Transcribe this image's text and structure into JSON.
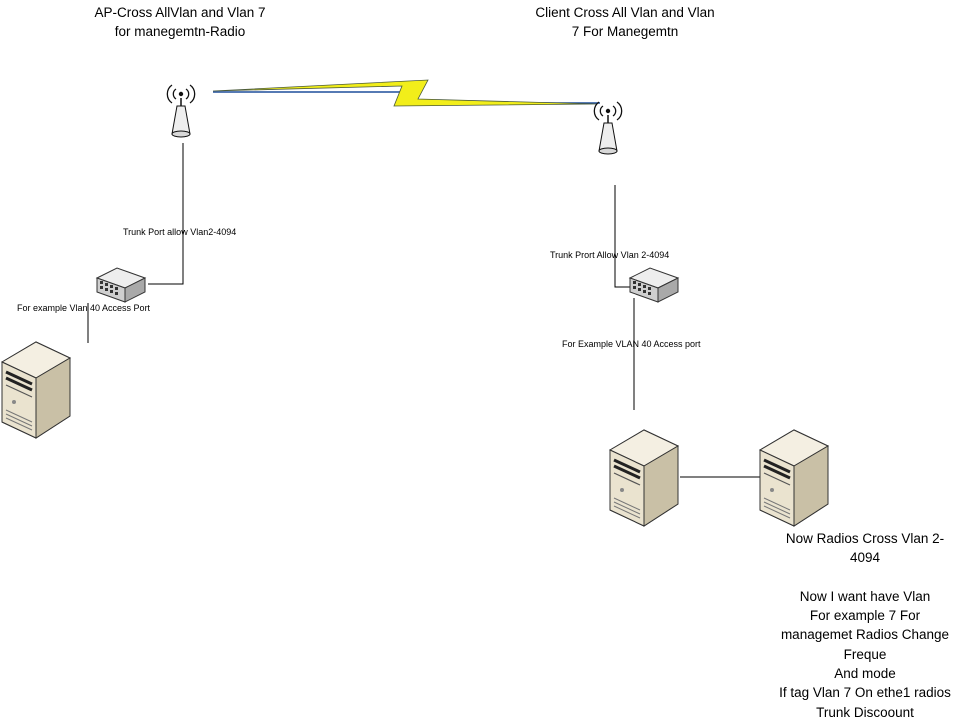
{
  "titles": {
    "ap_line1": "AP-Cross AllVlan and Vlan 7",
    "ap_line2": "for manegemtn-Radio",
    "client_line1": "Client Cross All Vlan and Vlan",
    "client_line2": "7 For Manegemtn"
  },
  "labels": {
    "left_trunk": "Trunk Port allow Vlan2-4094",
    "left_access": "For example Vlan 40 Access Port",
    "right_trunk": "Trunk Prort Allow Vlan 2-4094",
    "right_access": "For Example VLAN 40 Access port"
  },
  "note": {
    "lines": [
      "Now Radios Cross Vlan 2-",
      "4094",
      "",
      "Now I want have Vlan",
      "For example 7 For",
      "managemet Radios Change",
      "Freque",
      "And mode",
      "If tag Vlan 7 On ethe1 radios",
      "Trunk Discoount"
    ]
  },
  "icons": {
    "left_radio": "wireless-antenna",
    "right_radio": "wireless-antenna",
    "left_switch": "network-switch",
    "right_switch": "network-switch",
    "left_server": "server-tower",
    "right_server_a": "server-tower",
    "right_server_b": "server-tower",
    "wireless_link": "lightning-bolt"
  },
  "colors": {
    "bolt_fill": "#f2ee1a",
    "link_line": "#1f4e9c",
    "server_body": "#eae3cf",
    "switch_body": "#d9d9d9"
  }
}
